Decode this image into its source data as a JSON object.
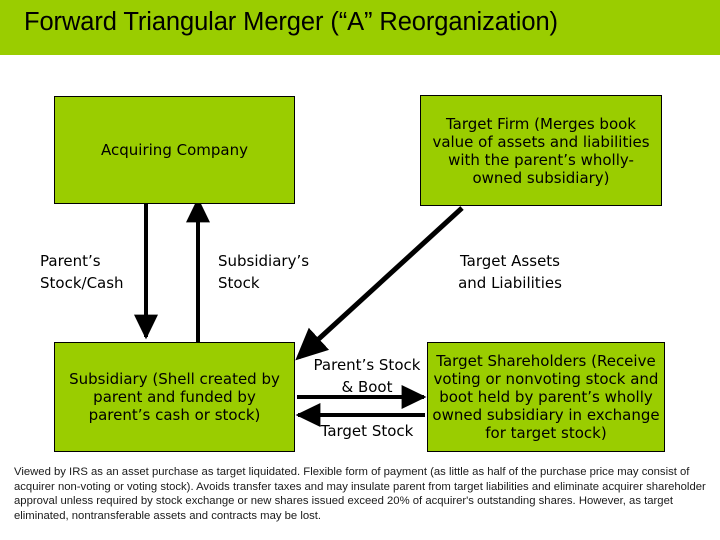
{
  "slide": {
    "title": "Forward Triangular Merger (“A” Reorganization)",
    "accent_green": "#9ACD00",
    "line_color": "#000000",
    "background": "#FFFFFF"
  },
  "boxes": {
    "acquiring_company": "Acquiring Company",
    "target_firm": "Target Firm\n(Merges book value of assets and liabilities with the parent’s wholly-owned subsidiary)",
    "subsidiary": "Subsidiary (Shell created by parent and funded by parent’s cash or stock)",
    "target_shareholders": "Target Shareholders (Receive voting or nonvoting stock and boot held by parent’s wholly owned subsidiary in exchange for target stock)"
  },
  "flow_labels": {
    "parent_stock_cash": "Parent’s\nStock/Cash",
    "subsidiarys_stock": "Subsidiary’s\nStock",
    "target_assets_liabilities": "Target Assets\nand Liabilities",
    "parents_stock_and_boot": "Parent’s Stock\n& Boot",
    "target_stock": "Target Stock"
  },
  "arrows": [
    {
      "name": "acquiring-to-subsidiary",
      "direction": "down",
      "label": "parent_stock_cash"
    },
    {
      "name": "subsidiary-to-acquiring",
      "direction": "up",
      "label": "subsidiarys_stock"
    },
    {
      "name": "target-firm-to-subsidiary",
      "direction": "diagonal-down-left",
      "label": "target_assets_liabilities"
    },
    {
      "name": "subsidiary-to-shareholders",
      "direction": "right",
      "label": "parents_stock_and_boot"
    },
    {
      "name": "shareholders-to-subsidiary",
      "direction": "left",
      "label": "target_stock"
    }
  ],
  "footer": {
    "note": "Viewed by IRS as an asset purchase as target liquidated. Flexible form of payment (as little as half of the purchase price may consist of acquirer non-voting or voting stock). Avoids transfer taxes and may insulate parent from target liabilities and eliminate acquirer shareholder approval unless required by stock exchange or new shares issued exceed 20% of acquirer's outstanding shares. However, as target eliminated, nontransferable assets and contracts may be lost."
  }
}
